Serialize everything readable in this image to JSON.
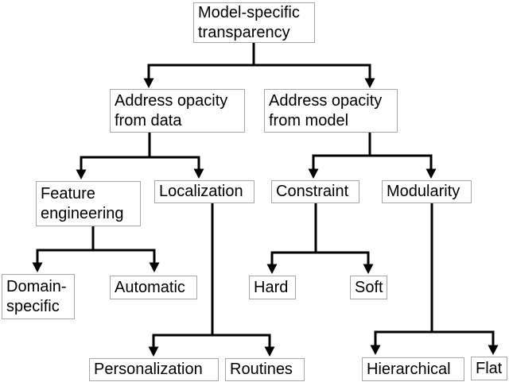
{
  "diagram": {
    "type": "tree",
    "background_color": "#ffffff",
    "line_color": "#000000",
    "box_border_color": "#a6a6a6",
    "box_fill_color": "#ffffff",
    "text_color": "#000000"
  },
  "nodes": {
    "root": {
      "label": "Model-specific\ntransparency"
    },
    "address_data": {
      "label": "Address opacity\nfrom data"
    },
    "address_model": {
      "label": "Address opacity\nfrom model"
    },
    "feature_engineering": {
      "label": "Feature\nengineering"
    },
    "localization": {
      "label": "Localization"
    },
    "constraint": {
      "label": "Constraint"
    },
    "modularity": {
      "label": "Modularity"
    },
    "domain_specific": {
      "label": "Domain-\nspecific"
    },
    "automatic": {
      "label": "Automatic"
    },
    "hard": {
      "label": "Hard"
    },
    "soft": {
      "label": "Soft"
    },
    "personalization": {
      "label": "Personalization"
    },
    "routines": {
      "label": "Routines"
    },
    "hierarchical": {
      "label": "Hierarchical"
    },
    "flat": {
      "label": "Flat"
    }
  },
  "edges": [
    {
      "from": "root",
      "to": "address_data"
    },
    {
      "from": "root",
      "to": "address_model"
    },
    {
      "from": "address_data",
      "to": "feature_engineering"
    },
    {
      "from": "address_data",
      "to": "localization"
    },
    {
      "from": "address_model",
      "to": "constraint"
    },
    {
      "from": "address_model",
      "to": "modularity"
    },
    {
      "from": "feature_engineering",
      "to": "domain_specific"
    },
    {
      "from": "feature_engineering",
      "to": "automatic"
    },
    {
      "from": "localization",
      "to": "personalization"
    },
    {
      "from": "localization",
      "to": "routines"
    },
    {
      "from": "constraint",
      "to": "hard"
    },
    {
      "from": "constraint",
      "to": "soft"
    },
    {
      "from": "modularity",
      "to": "hierarchical"
    },
    {
      "from": "modularity",
      "to": "flat"
    }
  ]
}
